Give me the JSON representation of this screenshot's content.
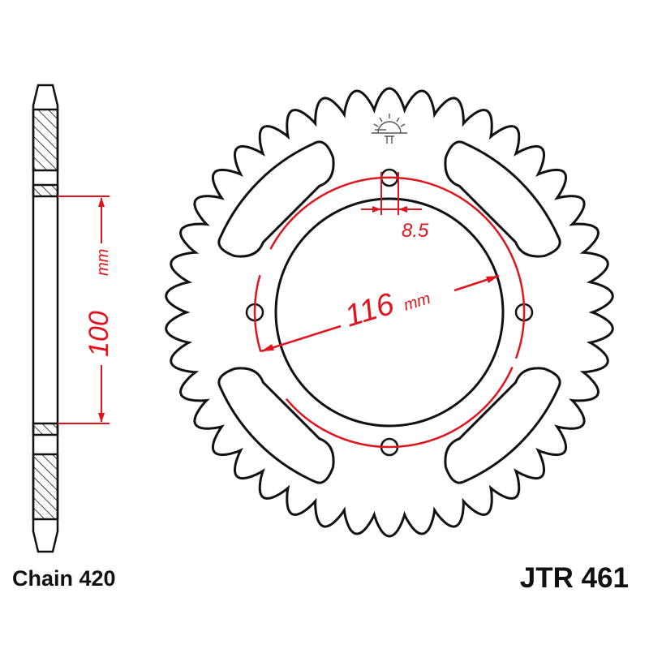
{
  "labels": {
    "chain": "Chain 420",
    "part_number": "JTR 461"
  },
  "dimensions": {
    "bolt_circle_value": "116",
    "bolt_circle_unit": "mm",
    "bolt_hole_value": "8.5",
    "center_bore_value": "100",
    "center_bore_unit": "mm"
  },
  "colors": {
    "outline": "#111111",
    "dimension": "#e0141e"
  },
  "icons": {
    "logo": "jt-sunrise-logo"
  }
}
